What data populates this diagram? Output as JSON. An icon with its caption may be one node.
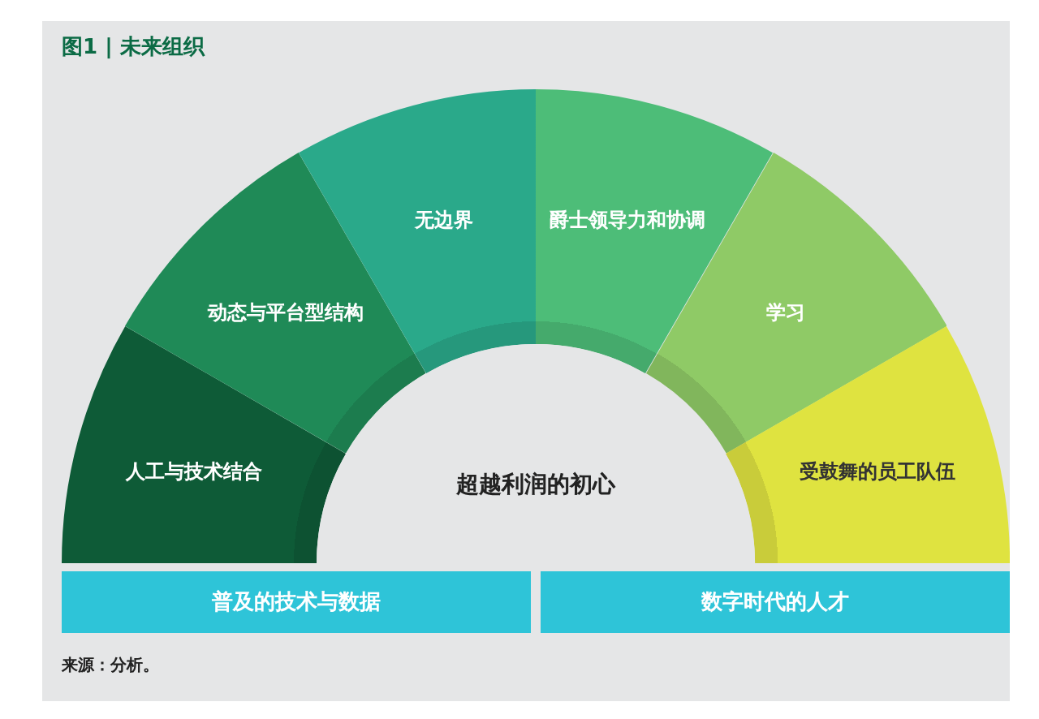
{
  "diagram": {
    "title": "图1 | 未来组织",
    "caption": "来源：分析。",
    "nodes": [
      {
        "text": [
          "人工与技术结合"
        ]
      },
      {
        "text": [
          "动态与平台型结构"
        ]
      },
      {
        "text": [
          "无边界"
        ]
      },
      {
        "text": [
          "爵士领导力和协调"
        ]
      },
      {
        "text": [
          "学习"
        ]
      },
      {
        "text": [
          "受鼓舞的员工队伍"
        ]
      },
      {
        "text": [
          "超越利润的初心"
        ]
      },
      {
        "text": [
          "普及的技术与数据"
        ]
      },
      {
        "text": [
          "数字时代的人才"
        ]
      }
    ],
    "edges": []
  }
}
